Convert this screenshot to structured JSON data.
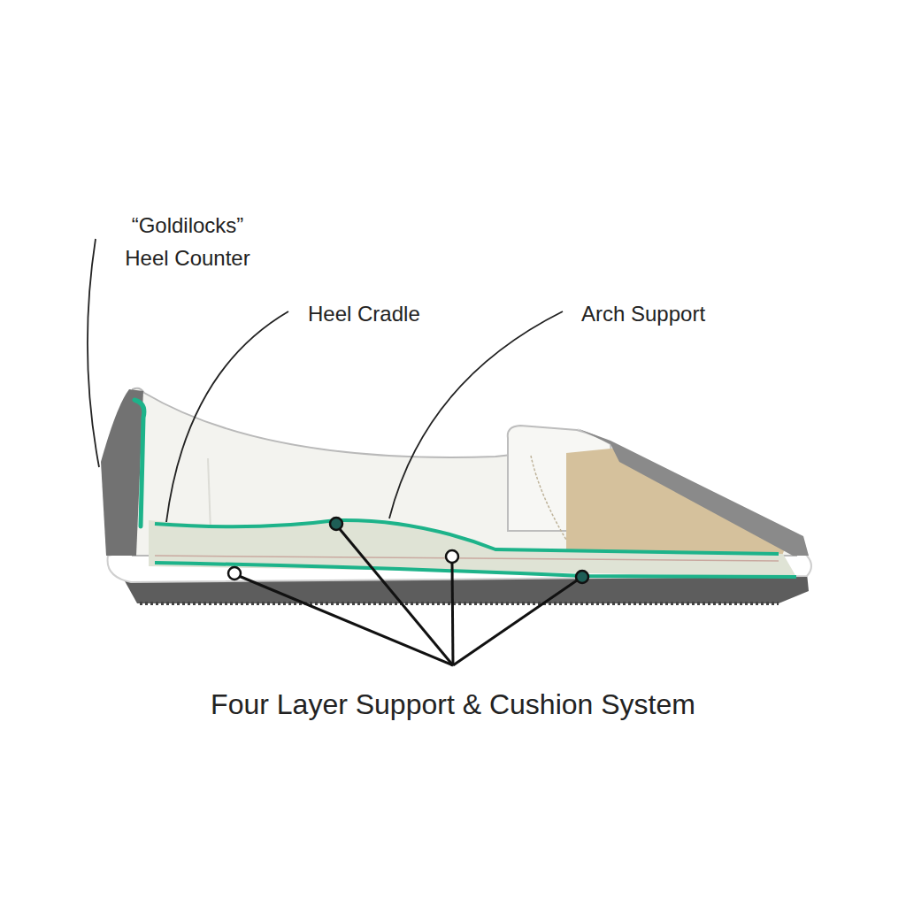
{
  "diagram": {
    "labels": [
      "“Goldilocks” Heel Counter",
      "Heel Cradle",
      "Arch Support",
      "Four Layer Support & Cushion System"
    ]
  }
}
